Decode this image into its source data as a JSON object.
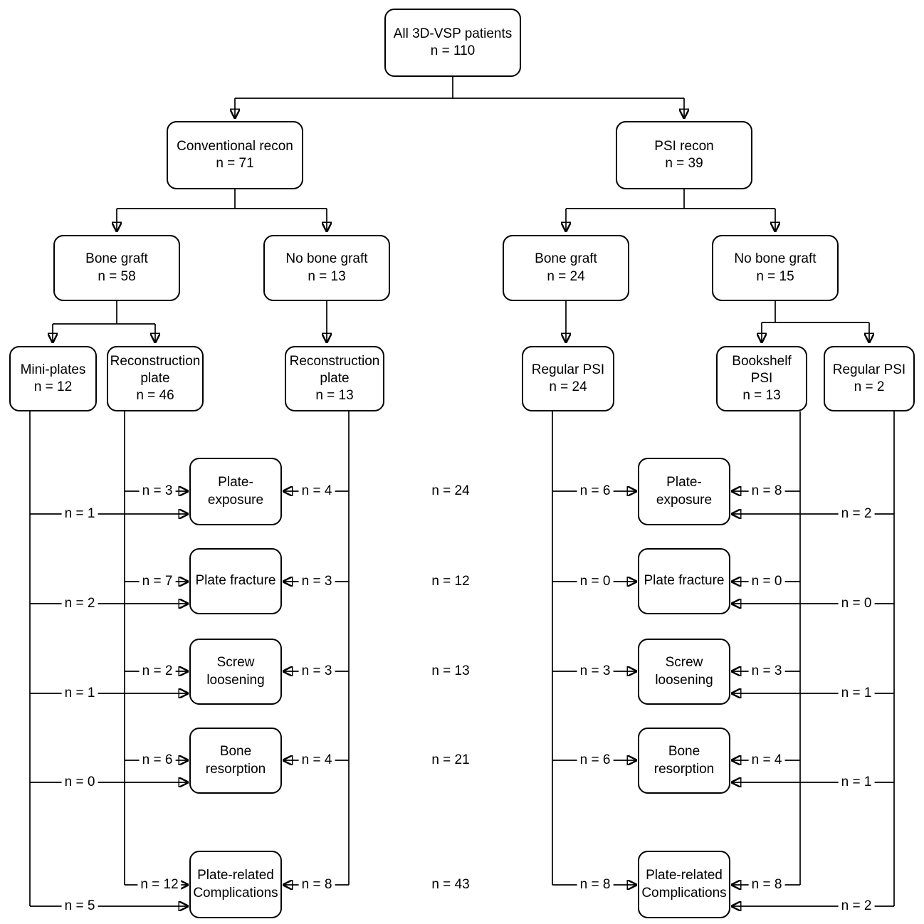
{
  "tree": {
    "root": {
      "label": "All 3D-VSP patients",
      "count": "n = 110"
    },
    "conventional": {
      "label": "Conventional recon",
      "count": "n = 71"
    },
    "psi": {
      "label": "PSI recon",
      "count": "n = 39"
    },
    "conv_bone_graft": {
      "label": "Bone graft",
      "count": "n = 58"
    },
    "conv_no_bone_graft": {
      "label": "No bone graft",
      "count": "n = 13"
    },
    "psi_bone_graft": {
      "label": "Bone graft",
      "count": "n = 24"
    },
    "psi_no_bone_graft": {
      "label": "No bone graft",
      "count": "n = 15"
    },
    "mini_plates": {
      "label": "Mini-plates",
      "count": "n = 12"
    },
    "recon_plate_bg": {
      "label": "Reconstruction plate",
      "count": "n = 46"
    },
    "recon_plate_nbg": {
      "label": "Reconstruction plate",
      "count": "n = 13"
    },
    "regular_psi_bg": {
      "label": "Regular PSI",
      "count": "n = 24"
    },
    "bookshelf_psi": {
      "label": "Bookshelf PSI",
      "count": "n = 13"
    },
    "regular_psi_nbg": {
      "label": "Regular PSI",
      "count": "n = 2"
    }
  },
  "complication_rows": [
    {
      "label": "Plate-exposure",
      "total": "n = 24",
      "left": {
        "from_recon_plate_bg": "n = 3",
        "from_recon_plate_nbg": "n = 4",
        "from_mini_plates": "n = 1"
      },
      "right": {
        "from_regular_psi_bg": "n = 6",
        "from_bookshelf_psi": "n = 8",
        "from_regular_psi_nbg": "n = 2"
      }
    },
    {
      "label": "Plate fracture",
      "total": "n = 12",
      "left": {
        "from_recon_plate_bg": "n = 7",
        "from_recon_plate_nbg": "n = 3",
        "from_mini_plates": "n = 2"
      },
      "right": {
        "from_regular_psi_bg": "n = 0",
        "from_bookshelf_psi": "n = 0",
        "from_regular_psi_nbg": "n = 0"
      }
    },
    {
      "label": "Screw loosening",
      "total": "n = 13",
      "left": {
        "from_recon_plate_bg": "n = 2",
        "from_recon_plate_nbg": "n = 3",
        "from_mini_plates": "n = 1"
      },
      "right": {
        "from_regular_psi_bg": "n = 3",
        "from_bookshelf_psi": "n = 3",
        "from_regular_psi_nbg": "n = 1"
      }
    },
    {
      "label": "Bone resorption",
      "total": "n = 21",
      "left": {
        "from_recon_plate_bg": "n = 6",
        "from_recon_plate_nbg": "n = 4",
        "from_mini_plates": "n = 0"
      },
      "right": {
        "from_regular_psi_bg": "n = 6",
        "from_bookshelf_psi": "n = 4",
        "from_regular_psi_nbg": "n = 1"
      }
    },
    {
      "label": "Plate-related Complications",
      "total": "n = 43",
      "left": {
        "from_recon_plate_bg": "n = 12",
        "from_recon_plate_nbg": "n = 8",
        "from_mini_plates": "n = 5"
      },
      "right": {
        "from_regular_psi_bg": "n = 8",
        "from_bookshelf_psi": "n = 8",
        "from_regular_psi_nbg": "n = 2"
      }
    }
  ]
}
